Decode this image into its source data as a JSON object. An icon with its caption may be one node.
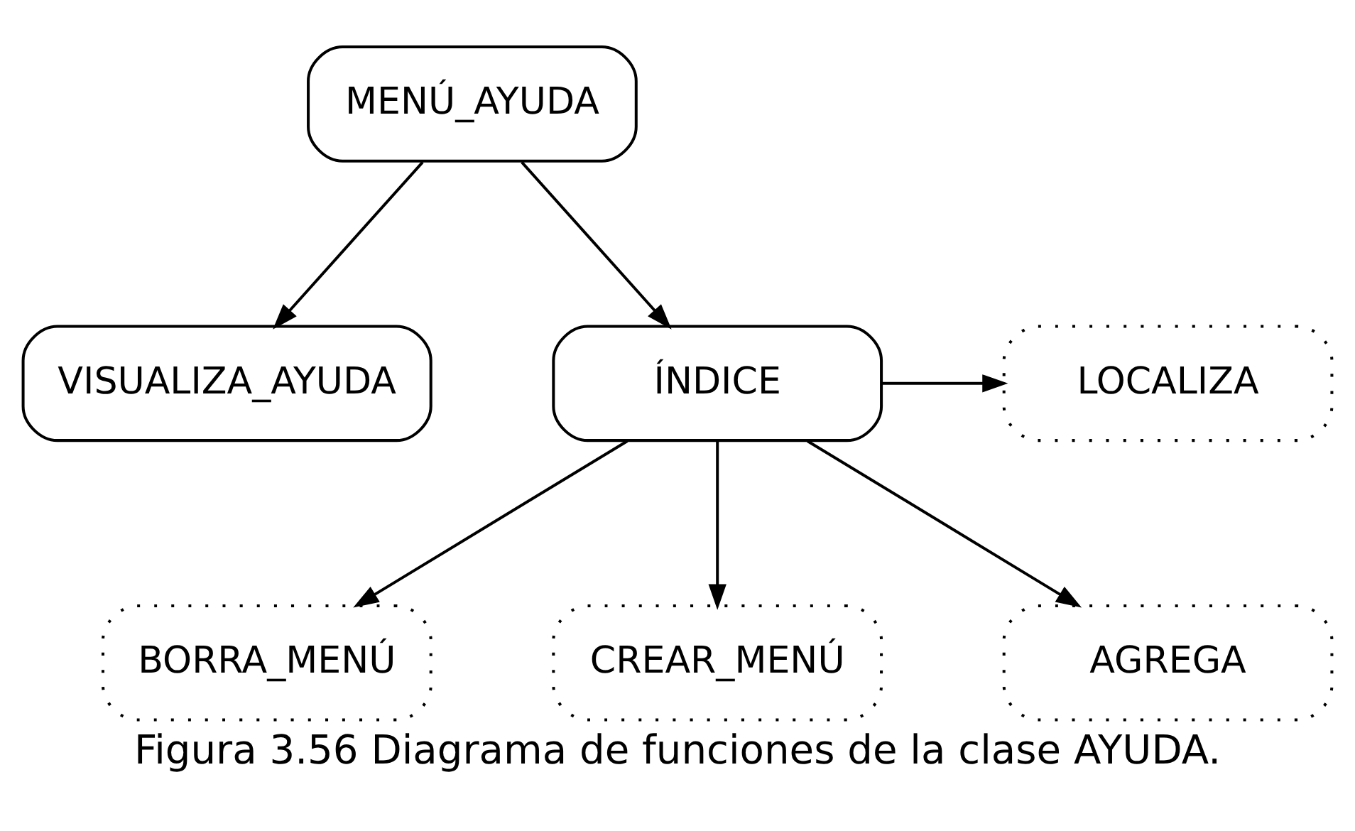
{
  "diagram": {
    "caption": "Figura 3.56 Diagrama de funciones de la clase AYUDA.",
    "nodes": [
      {
        "text": [
          "MENÚ_AYUDA"
        ]
      },
      {
        "text": [
          "VISUALIZA_AYUDA"
        ]
      },
      {
        "text": [
          "ÍNDICE"
        ]
      },
      {
        "text": [
          "LOCALIZA"
        ]
      },
      {
        "text": [
          "BORRA_MENÚ"
        ]
      },
      {
        "text": [
          "CREAR_MENÚ"
        ]
      },
      {
        "text": [
          "AGREGA"
        ]
      }
    ],
    "edges": [
      {
        "from": 0,
        "to": 1,
        "arrow": "to"
      },
      {
        "from": 0,
        "to": 2,
        "arrow": "to"
      },
      {
        "from": 2,
        "to": 3,
        "arrow": "to"
      },
      {
        "from": 2,
        "to": 4,
        "arrow": "to"
      },
      {
        "from": 2,
        "to": 5,
        "arrow": "to"
      },
      {
        "from": 2,
        "to": 6,
        "arrow": "to"
      }
    ]
  }
}
